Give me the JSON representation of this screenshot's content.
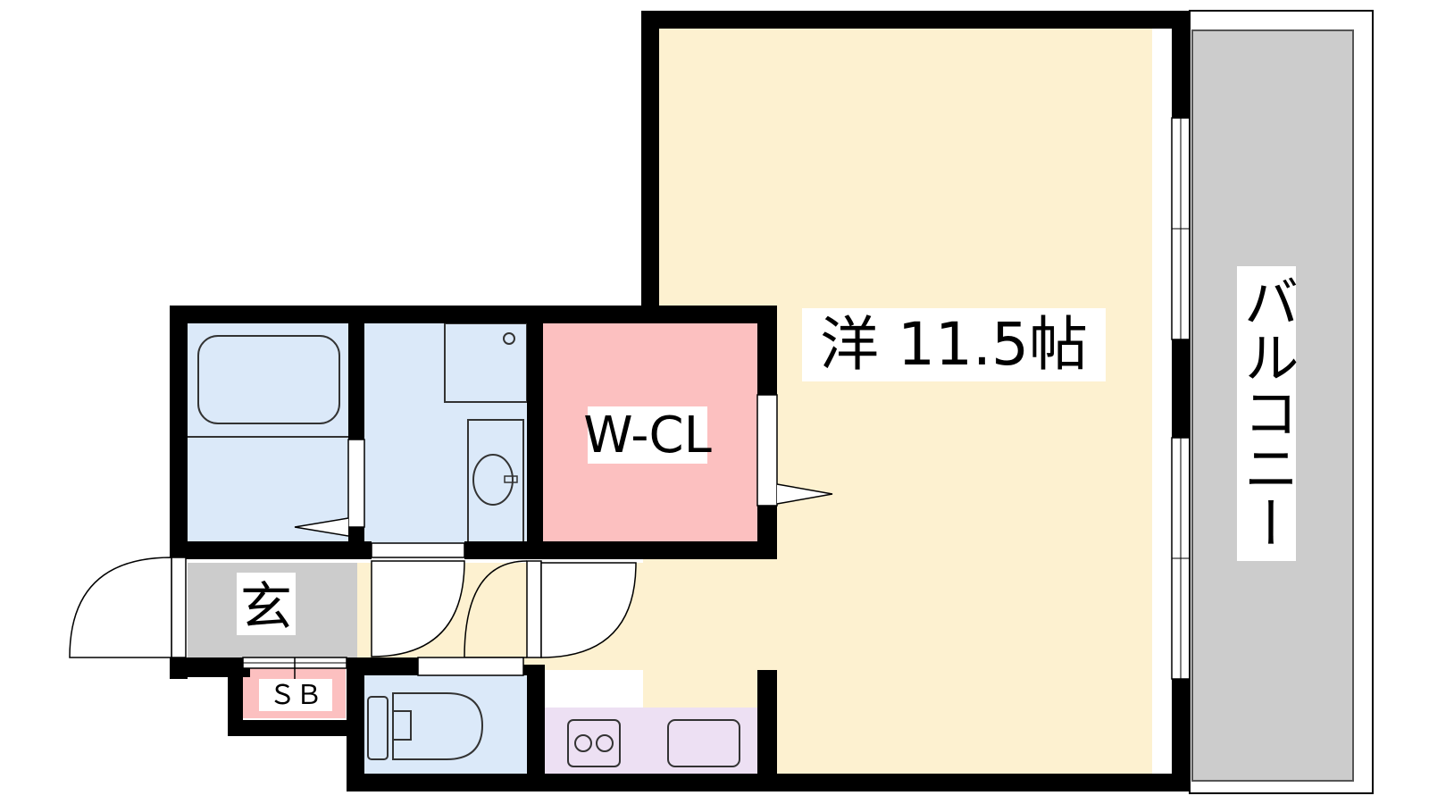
{
  "floorplan": {
    "rooms": {
      "western_room": {
        "label": "洋 11.5帖",
        "type": "western",
        "size_jo": 11.5,
        "color": "#fdf1d0"
      },
      "walk_in_closet": {
        "label": "W-CL",
        "color": "#fcc0c0"
      },
      "balcony": {
        "label": "バルコニー",
        "color": "#cccccc"
      },
      "entrance": {
        "label": "玄",
        "color": "#cccccc"
      },
      "shoe_box": {
        "label": "ＳＢ",
        "color": "#fcc0c0"
      },
      "bathroom": {
        "color": "#dbe9f9"
      },
      "washroom": {
        "color": "#dbe9f9"
      },
      "toilet": {
        "color": "#dbe9f9"
      },
      "kitchen": {
        "color": "#ede0f3"
      }
    },
    "wall_color": "#000000"
  }
}
